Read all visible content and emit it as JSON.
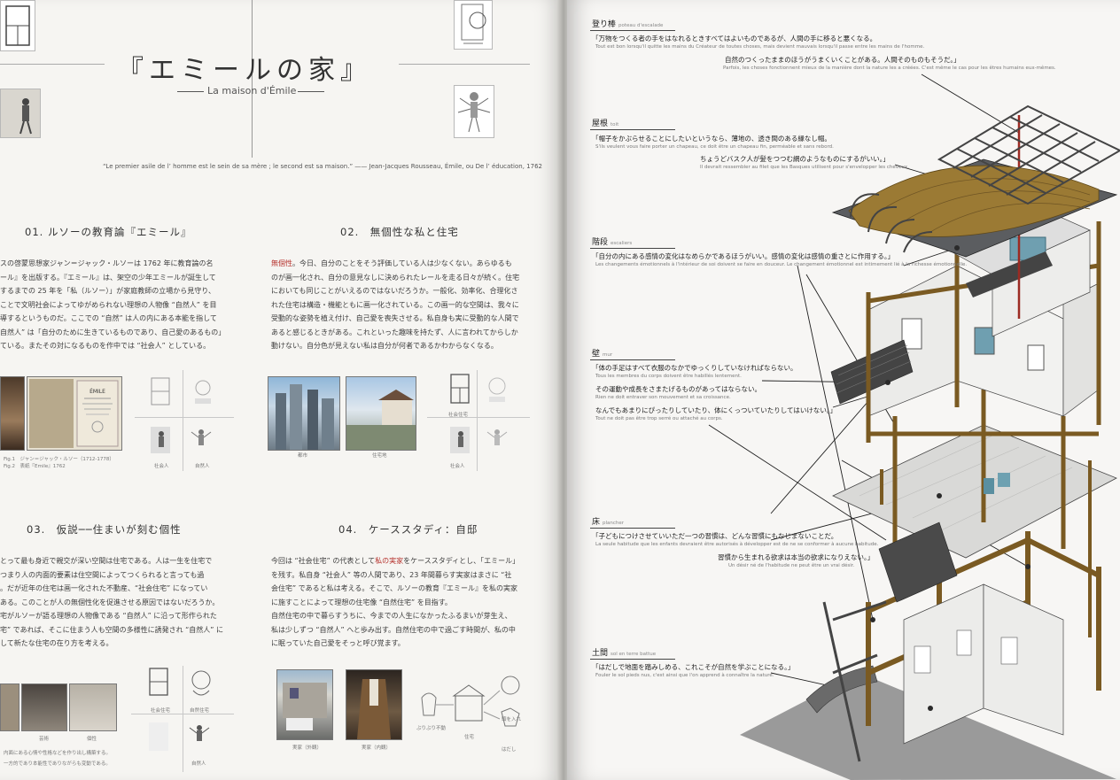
{
  "left": {
    "title": "『エミールの家』",
    "subtitle": "La maison d'Émile",
    "quote": "“Le premier asile de l’ homme est le sein de sa mère ; le second est sa maison.” —— Jean-Jacques Rousseau, Émile, ou De l’ éducation, 1762",
    "sections": [
      {
        "heading": "01. ルソーの教育論『エミール』",
        "lines": [
          "スの啓蒙思想家ジャン＝ジャック・ルソーは 1762 年に教育論の名",
          "ール』を出版する。『エミール』は、架空の少年エミールが誕生して",
          "するまでの 25 年を「私（ルソー）」が家庭教師の立場から見守り、",
          "ことで文明社会によってゆがめられない理想の人物像 “自然人” を目",
          "導するというものだ。ここでの “自然” は人の内にある本能を指して",
          "自然人” は「自分のために生きているものであり、自己愛のあるもの」",
          "ている。またその対になるものを作中では “社会人” としている。"
        ]
      },
      {
        "heading": "02.　無個性な私と住宅",
        "lines": [
          "無個性。今日、自分のことをそう評価している人は少なくない。あらゆるも",
          "のが画一化され、自分の意見なしに決められたレールを走る日々が続く。住宅",
          "においても同じことがいえるのではないだろうか。一般化、効率化、合理化さ",
          "れた住宅は構造・機能ともに画一化されている。この画一的な空間は、我々に",
          "受動的な姿勢を植え付け、自己愛を喪失させる。私自身も実に受動的な人間で",
          "あると感じるときがある。これといった趣味を持たず、人に言われてからしか",
          "動けない。自分色が見えない私は自分が何者であるかわからなくなる。"
        ]
      },
      {
        "heading": "03.　仮説──住まいが刻む個性",
        "lines": [
          "とって最も身近で親交が深い空間は住宅である。人は一生を住宅で",
          "つまり人の内面的要素は住空間によってつくられると言っても過",
          "。だが近年の住宅は画一化された不動産、“社会住宅” になってい",
          "ある。このことが人の無個性化を促進させる原因ではないだろうか。",
          "宅がルソーが語る理想の人物像である “自然人” に沿って形作られた",
          "宅” であれば、そこに住まう人も空間の多様性に誘発され “自然人” に",
          "して新たな住宅の在り方を考える。"
        ]
      },
      {
        "heading": "04.　ケーススタディ：自邸",
        "lines": [
          "今回は “社会住宅” の代表として私の実家をケーススタディとし、「エミール」",
          "を残す。私自身 “社会人” 等の人間であり、23 年間暮らす実家はまさに “社",
          "会住宅” であると私は考える。そこで、ルソーの教育『エミール』を私の実家",
          "に施すことによって理想の住宅像 “自然住宅” を目指す。",
          "自然住宅の中で暮らすうちに、今までの人生になかったふるまいが芽生え、",
          "私は少しずつ “自然人” へと歩み出す。自然住宅の中で過ごす時間が、私の中",
          "に眠っていた自己愛をそっと呼び覚ます。"
        ]
      }
    ],
    "captions": {
      "fig1": "Fig.1　ジャン＝ジャック・ルソー（1712-1778）",
      "fig2": "Fig.2　表紙『Emile』1762",
      "s01_a": "社会人",
      "s01_b": "自然人",
      "s02_a": "都市",
      "s02_b": "住宅地",
      "s02_c": "社会住宅",
      "s02_d": "社会人",
      "s03_a": "芸術",
      "s03_b": "個性",
      "s03_c": "社会住宅",
      "s03_d": "自然住宅",
      "s03_e": "自然人",
      "s03_n1": "内面にある心情や性格などを作り出し構築する。",
      "s03_n2": "一方的であり本能性でありながらも変動である。",
      "s04_a": "実家（外観）",
      "s04_b": "実家（内観）",
      "s04_c": "ぶりぶり不動",
      "s04_d": "住宅",
      "s04_e": "頭を入れ",
      "s04_f": "はだし"
    }
  },
  "right": {
    "labels": [
      {
        "title": "登り棒",
        "fr_title": "poteau d'escalade",
        "ja": [
          "「万物をつくる者の手をはなれるときすべてはよいものであるが、人間の手に移ると悪くなる。"
        ],
        "fr": [
          "Tout est bon lorsqu'il quitte les mains du Créateur de toutes choses, mais devient mauvais lorsqu'il passe entre les mains de l'homme."
        ],
        "ja2": [
          "自然のつくったままのほうがうまくいくことがある。人間そのものもそうだ。」"
        ],
        "fr2": [
          "Parfois, les choses fonctionnent mieux de la manière dont la nature les a créées. C'est même le cas pour les êtres humains eux-mêmes."
        ]
      },
      {
        "title": "屋根",
        "fr_title": "toit",
        "ja": [
          "「帽子をかぶらせることにしたいというなら、薄地の、透き間のある縁なし帽。"
        ],
        "fr": [
          "S'ils veulent vous faire porter un chapeau, ce doit être un chapeau fin, perméable et sans rebord."
        ],
        "ja2": [
          "ちょうどバスク人が髪をつつむ網のようなものにするがいい。」"
        ],
        "fr2": [
          "Il devrait ressembler au filet que les Basques utilisent pour s'envelopper les cheveux."
        ]
      },
      {
        "title": "階段",
        "fr_title": "escaliers",
        "ja": [
          "「自分の内にある感情の変化はなめらかであるほうがいい。感情の変化は感情の重さとに作用する。」"
        ],
        "fr": [
          "Les changements émotionnels à l'intérieur de soi doivent se faire en douceur. Le changement émotionnel est intimement lié à la richesse émotionnelle."
        ]
      },
      {
        "title": "壁",
        "fr_title": "mur",
        "ja": [
          "「体の手足はすべて衣服のなかでゆっくりしていなければならない。"
        ],
        "fr": [
          "Tous les membres du corps doivent être habillés lentement."
        ],
        "ja2": [
          "その運動や成長をさまたげるものがあってはならない。"
        ],
        "fr2": [
          "Rien ne doit entraver son mouvement et sa croissance."
        ],
        "ja3": [
          "なんでもあまりにぴったりしていたり、体にくっついていたりしてはいけない。」"
        ],
        "fr3": [
          "Tout ne doit pas être trop serré ou attaché au corps."
        ]
      },
      {
        "title": "床",
        "fr_title": "plancher",
        "ja": [
          "「子どもにつけさせていいただ一つの習慣は、どんな習慣にもなじまないことだ。"
        ],
        "fr": [
          "La seule habitude que les enfants devraient être autorisés à développer est de ne se conformer à aucune habitude."
        ],
        "ja2": [
          "習慣から生まれる欲求は本当の欲求になりえない。」"
        ],
        "fr2": [
          "Un désir né de l'habitude ne peut être un vrai désir."
        ]
      },
      {
        "title": "土間",
        "fr_title": "sol en terre battue",
        "ja": [
          "「はだしで地面を踏みしめる、これこそが自然を学ぶことになる。」"
        ],
        "fr": [
          "Fouler le sol pieds nus, c'est ainsi que l'on apprend à connaître la nature."
        ]
      }
    ]
  },
  "colors": {
    "paper": "#f6f5f2",
    "accent_red": "#b5312c",
    "timber": "#8a6a2c",
    "steel": "#5d5f62",
    "roof_wood": "#9b7a34"
  }
}
